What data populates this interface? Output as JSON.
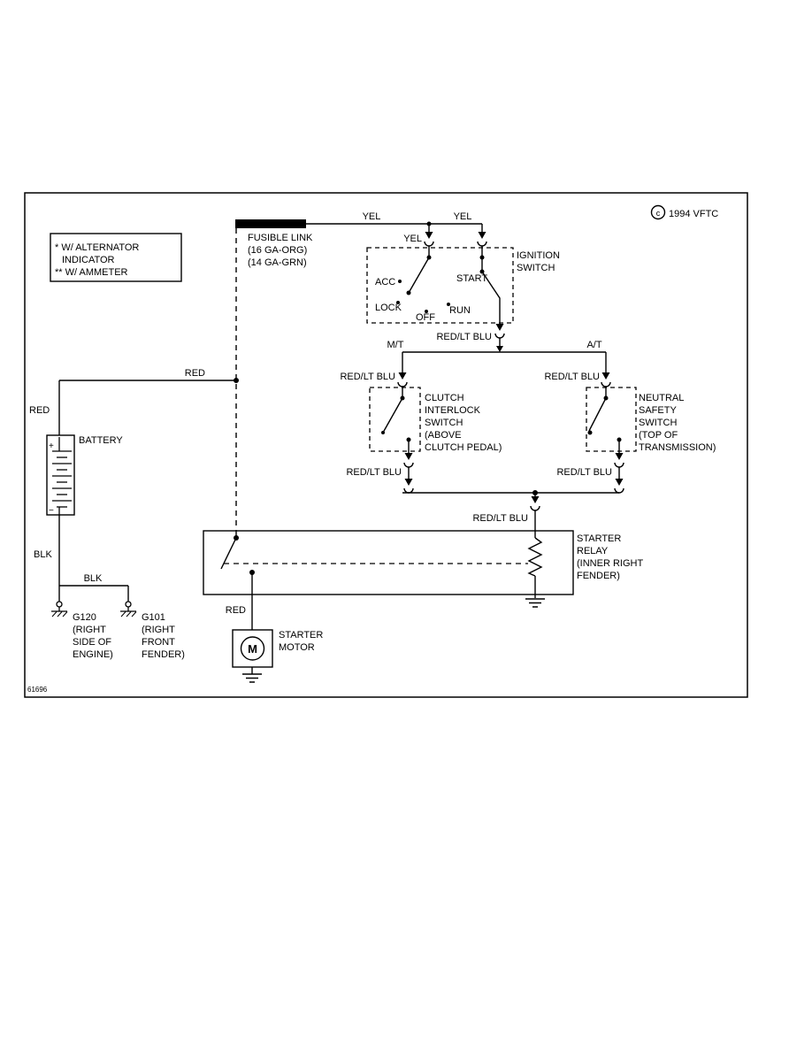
{
  "page": {
    "code": "61696"
  },
  "copyright": {
    "symbol": "c",
    "text": "1994 VFTC"
  },
  "notes": {
    "lines": [
      "* W/ ALTERNATOR",
      "INDICATOR",
      "** W/ AMMETER"
    ]
  },
  "fusible_link": {
    "lines": [
      "FUSIBLE LINK",
      "(16 GA-ORG)",
      "(14 GA-GRN)"
    ]
  },
  "wire_labels": {
    "yel": "YEL",
    "red_lt_blu": "RED/LT BLU",
    "red": "RED",
    "blk": "BLK"
  },
  "ignition_switch": {
    "label_lines": [
      "IGNITION",
      "SWITCH"
    ],
    "positions": {
      "acc": "ACC",
      "lock": "LOCK",
      "off": "OFF",
      "run": "RUN",
      "start": "START"
    }
  },
  "branches": {
    "manual": "M/T",
    "automatic": "A/T"
  },
  "clutch_interlock_switch": {
    "label_lines": [
      "CLUTCH",
      "INTERLOCK",
      "SWITCH",
      "(ABOVE",
      "CLUTCH PEDAL)"
    ]
  },
  "neutral_safety_switch": {
    "label_lines": [
      "NEUTRAL",
      "SAFETY",
      "SWITCH",
      "(TOP OF",
      "TRANSMISSION)"
    ]
  },
  "starter_relay": {
    "label_lines": [
      "STARTER",
      "RELAY",
      "(INNER RIGHT",
      "FENDER)"
    ]
  },
  "battery": {
    "label": "BATTERY",
    "positive": "+",
    "negative": "−"
  },
  "grounds": {
    "g120": {
      "lines": [
        "G120",
        "(RIGHT",
        "SIDE OF",
        "ENGINE)"
      ]
    },
    "g101": {
      "lines": [
        "G101",
        "(RIGHT",
        "FRONT",
        "FENDER)"
      ]
    }
  },
  "starter_motor": {
    "label_lines": [
      "STARTER",
      "MOTOR"
    ],
    "symbol": "M"
  }
}
